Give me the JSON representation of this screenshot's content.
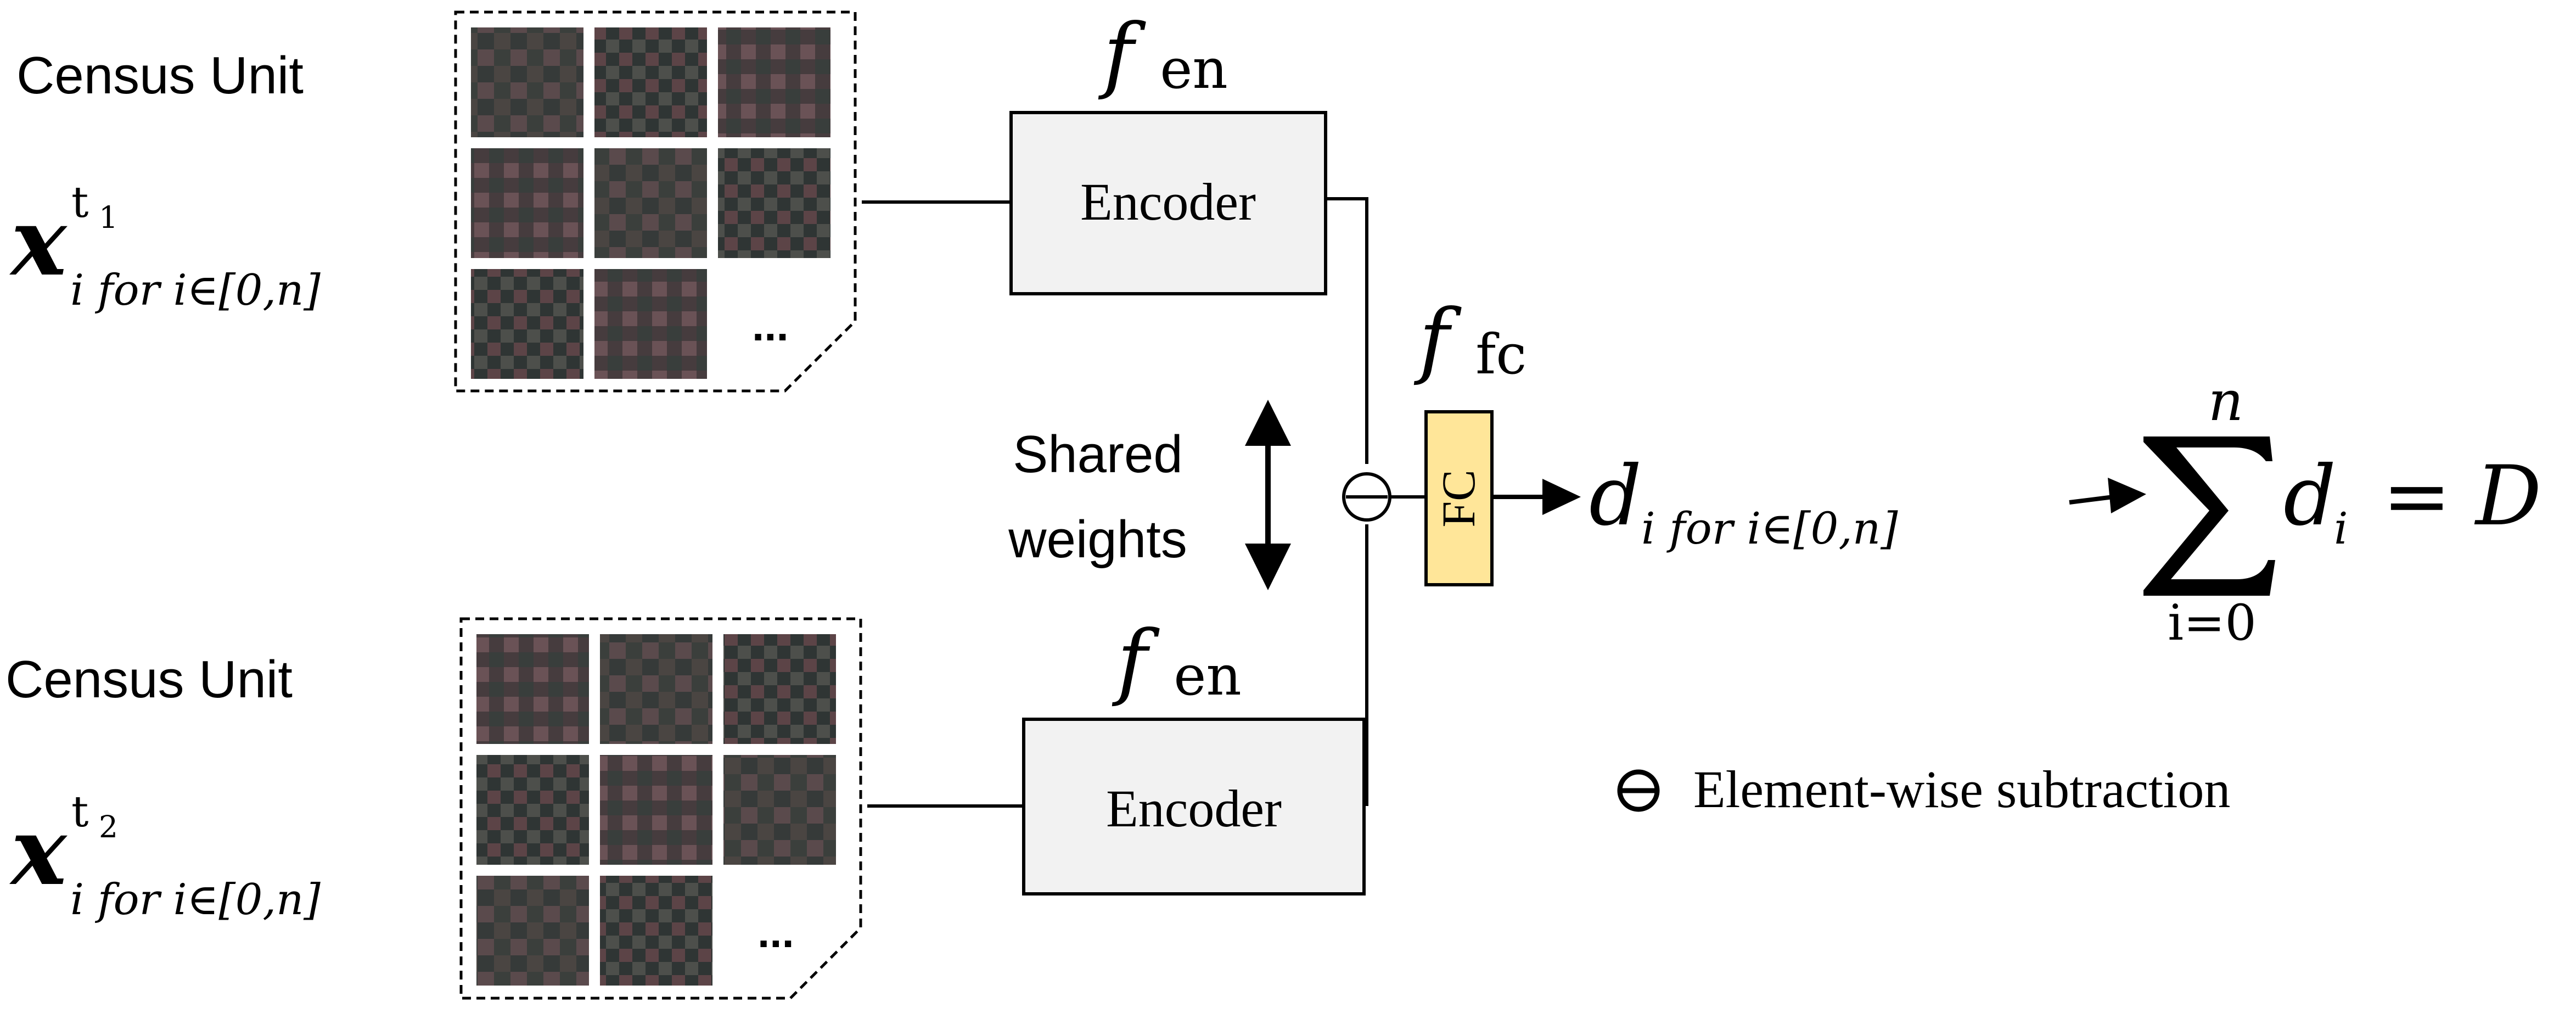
{
  "top_input": {
    "label": "Census Unit",
    "symbol": "x",
    "superscript": "t",
    "superscript_sub": "1",
    "subscript": "i for i∈[0,n]",
    "ellipsis": "..."
  },
  "bottom_input": {
    "label": "Census Unit",
    "symbol": "x",
    "superscript": "t",
    "superscript_sub": "2",
    "subscript": "i for i∈[0,n]",
    "ellipsis": "..."
  },
  "top_encoder": {
    "function_symbol": "f",
    "function_subscript": "en",
    "box_label": "Encoder"
  },
  "bottom_encoder": {
    "function_symbol": "f",
    "function_subscript": "en",
    "box_label": "Encoder"
  },
  "shared_weights": {
    "line1": "Shared",
    "line2": "weights"
  },
  "fc": {
    "function_symbol": "f",
    "function_subscript": "fc",
    "box_label": "FC"
  },
  "output": {
    "symbol": "d",
    "subscript": "i for i∈[0,n]"
  },
  "sum": {
    "upper": "n",
    "lower": "i=0",
    "term": "d",
    "term_sub": "i",
    "equals": "=",
    "result": "D"
  },
  "legend": {
    "text": "Element-wise subtraction"
  },
  "colors": {
    "encoder_fill": "#f2f2f2",
    "fc_fill": "#ffe699",
    "line": "#000000"
  }
}
